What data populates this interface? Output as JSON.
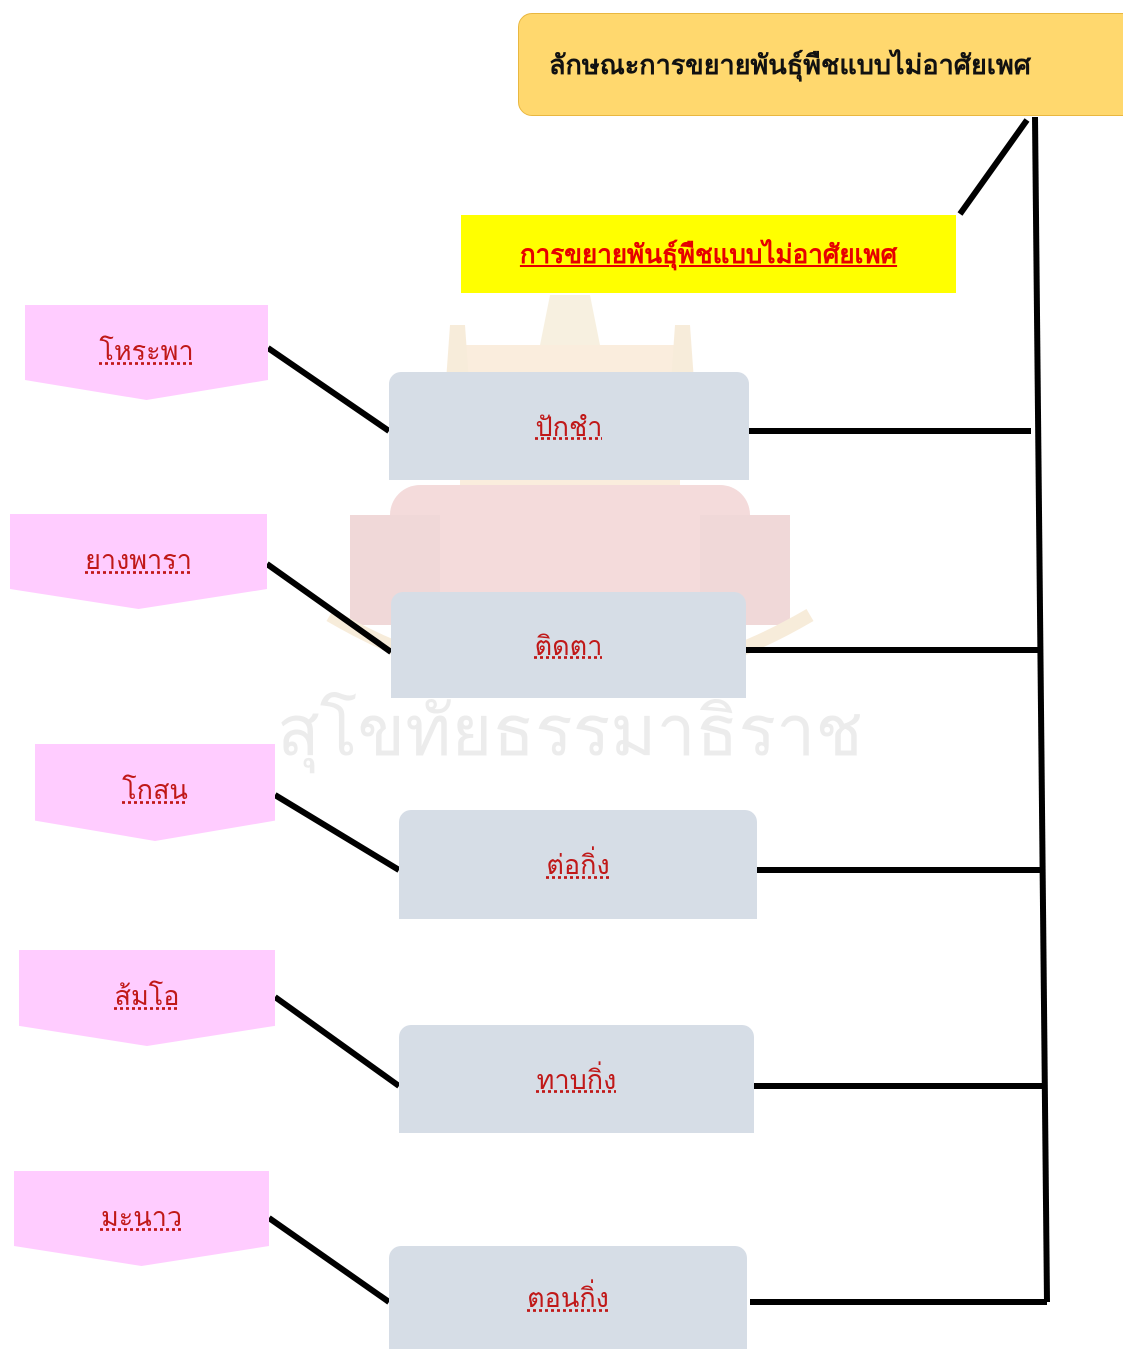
{
  "diagram": {
    "title": "ลักษณะการขยายพันธุ์พืชแบบไม่อาศัยเพศ",
    "subtitle": "การขยายพันธุ์พืชแบบไม่อาศัยเพศ",
    "methods": [
      {
        "label": "ปักชำ",
        "example": "โหระพา"
      },
      {
        "label": "ติดตา",
        "example": "ยางพารา"
      },
      {
        "label": "ต่อกิ่ง",
        "example": "โกสน"
      },
      {
        "label": "ทาบกิ่ง",
        "example": "ส้มโอ"
      },
      {
        "label": "ตอนกิ่ง",
        "example": "มะนาว"
      }
    ],
    "colors": {
      "title_fill": "#ffd86e",
      "subtitle_fill": "#ffff00",
      "subtitle_text": "#e60000",
      "method_fill": "#d6dde6",
      "example_fill": "#ffccff",
      "label_text": "#c01818",
      "connector": "#000000"
    }
  }
}
